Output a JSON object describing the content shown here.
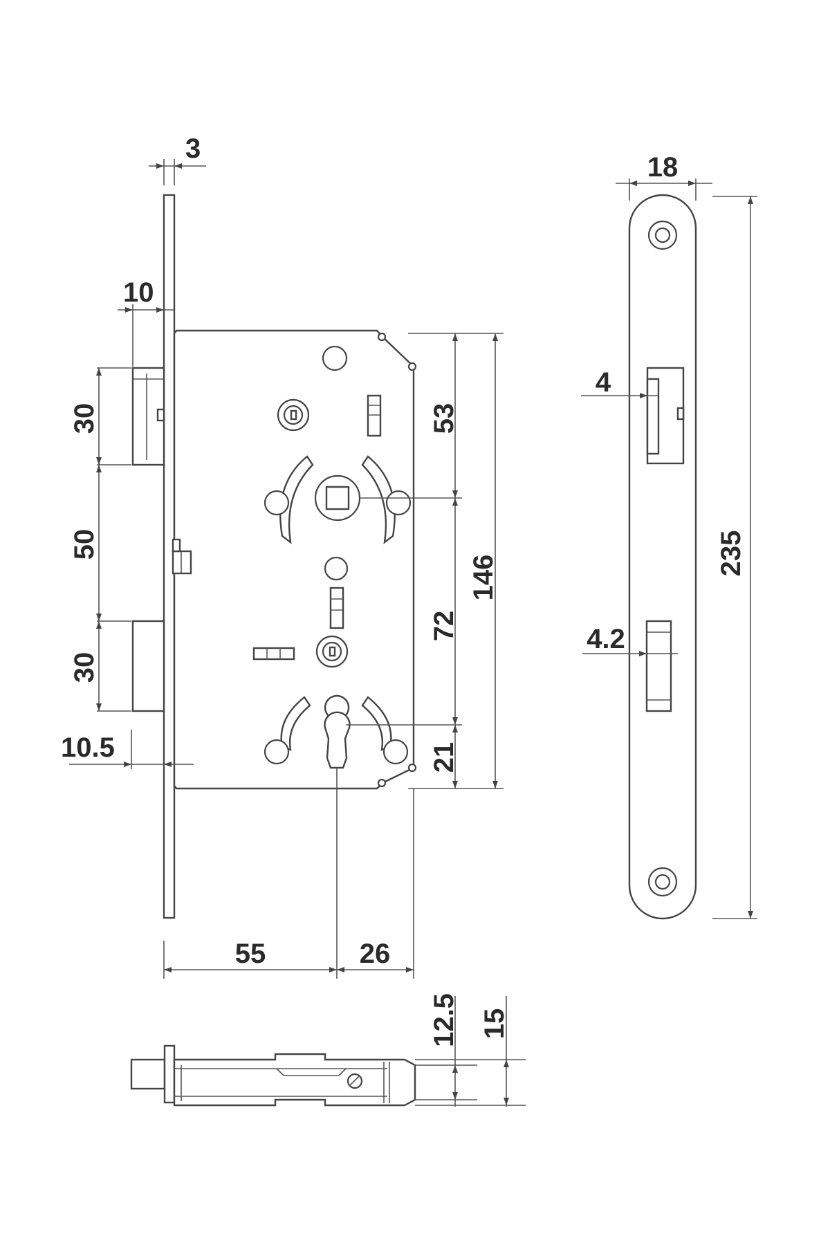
{
  "diagram": {
    "lock_body": {
      "dimensions": {
        "faceplate_thickness": "3",
        "faceplate_offset": "10",
        "latch_height": "30",
        "bolt_spacing": "50",
        "deadbolt_height": "30",
        "bottom_offset": "10.5",
        "top_to_spindle": "53",
        "spindle_to_key": "72",
        "body_height": "146",
        "key_to_bottom": "21",
        "backset": "55",
        "key_to_back": "26"
      }
    },
    "strike_plate": {
      "dimensions": {
        "width": "18",
        "latch_depth": "4",
        "bolt_depth": "4.2",
        "height": "235"
      }
    },
    "side_view": {
      "dimensions": {
        "inner_thickness": "12.5",
        "outer_thickness": "15"
      }
    }
  }
}
